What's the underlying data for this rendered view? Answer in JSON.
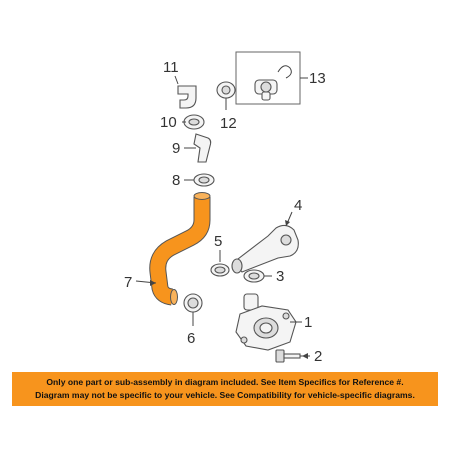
{
  "callouts": {
    "c1": "1",
    "c2": "2",
    "c3": "3",
    "c4": "4",
    "c5": "5",
    "c6": "6",
    "c7": "7",
    "c8": "8",
    "c9": "9",
    "c10": "10",
    "c11": "11",
    "c12": "12",
    "c13": "13"
  },
  "disclaimer": {
    "line1": "Only one part or sub-assembly in diagram included. See Item Specifics for Reference #.",
    "line2": "Diagram may not be specific to your vehicle. See Compatibility for vehicle-specific diagrams."
  },
  "colors": {
    "highlight_part": "#f7941d",
    "banner": "#f7941d"
  }
}
